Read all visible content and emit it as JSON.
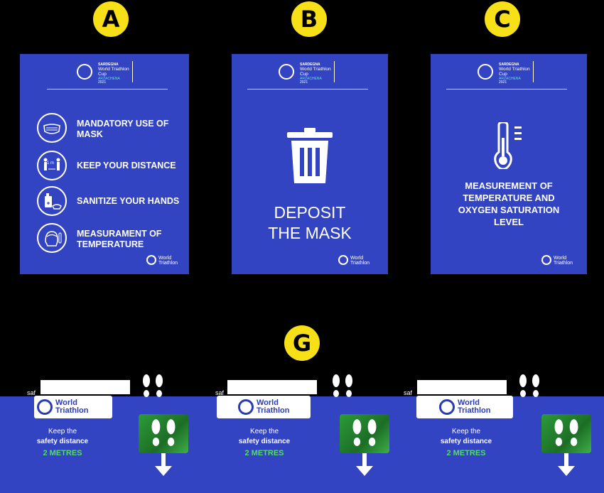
{
  "badges": {
    "a": "A",
    "b": "B",
    "c": "C",
    "g": "G"
  },
  "event_logo": {
    "line1": "SARDEGNA",
    "line2": "World Triathlon",
    "line3": "Cup",
    "line4": "ARZACHENA",
    "line5": "2021"
  },
  "world_triathlon": {
    "line1": "World",
    "line2": "Triathlon"
  },
  "poster_a": {
    "items": [
      {
        "icon": "mask-icon",
        "label": "MANDATORY USE OF MASK"
      },
      {
        "icon": "distance-icon",
        "label": "KEEP YOUR DISTANCE",
        "sub": "1 m"
      },
      {
        "icon": "sanitizer-icon",
        "label": "SANITIZE YOUR HANDS"
      },
      {
        "icon": "thermometer-face-icon",
        "label": "MEASURAMENT OF TEMPERATURE"
      }
    ]
  },
  "poster_b": {
    "line1": "DEPOSIT",
    "line2": "THE MASK",
    "icon": "trash-icon"
  },
  "poster_c": {
    "line1": "MEASUREMENT OF",
    "line2": "TEMPERATURE AND",
    "line3": "OXYGEN SATURATION",
    "line4": "LEVEL",
    "icon": "thermometer-icon"
  },
  "floor_sign": {
    "side_text": "saf",
    "keep": "Keep the",
    "safety": "safety distance",
    "metres": "2 METRES"
  },
  "colors": {
    "blue": "#3344c2",
    "yellow": "#f7e017",
    "green": "#4fe05a"
  }
}
